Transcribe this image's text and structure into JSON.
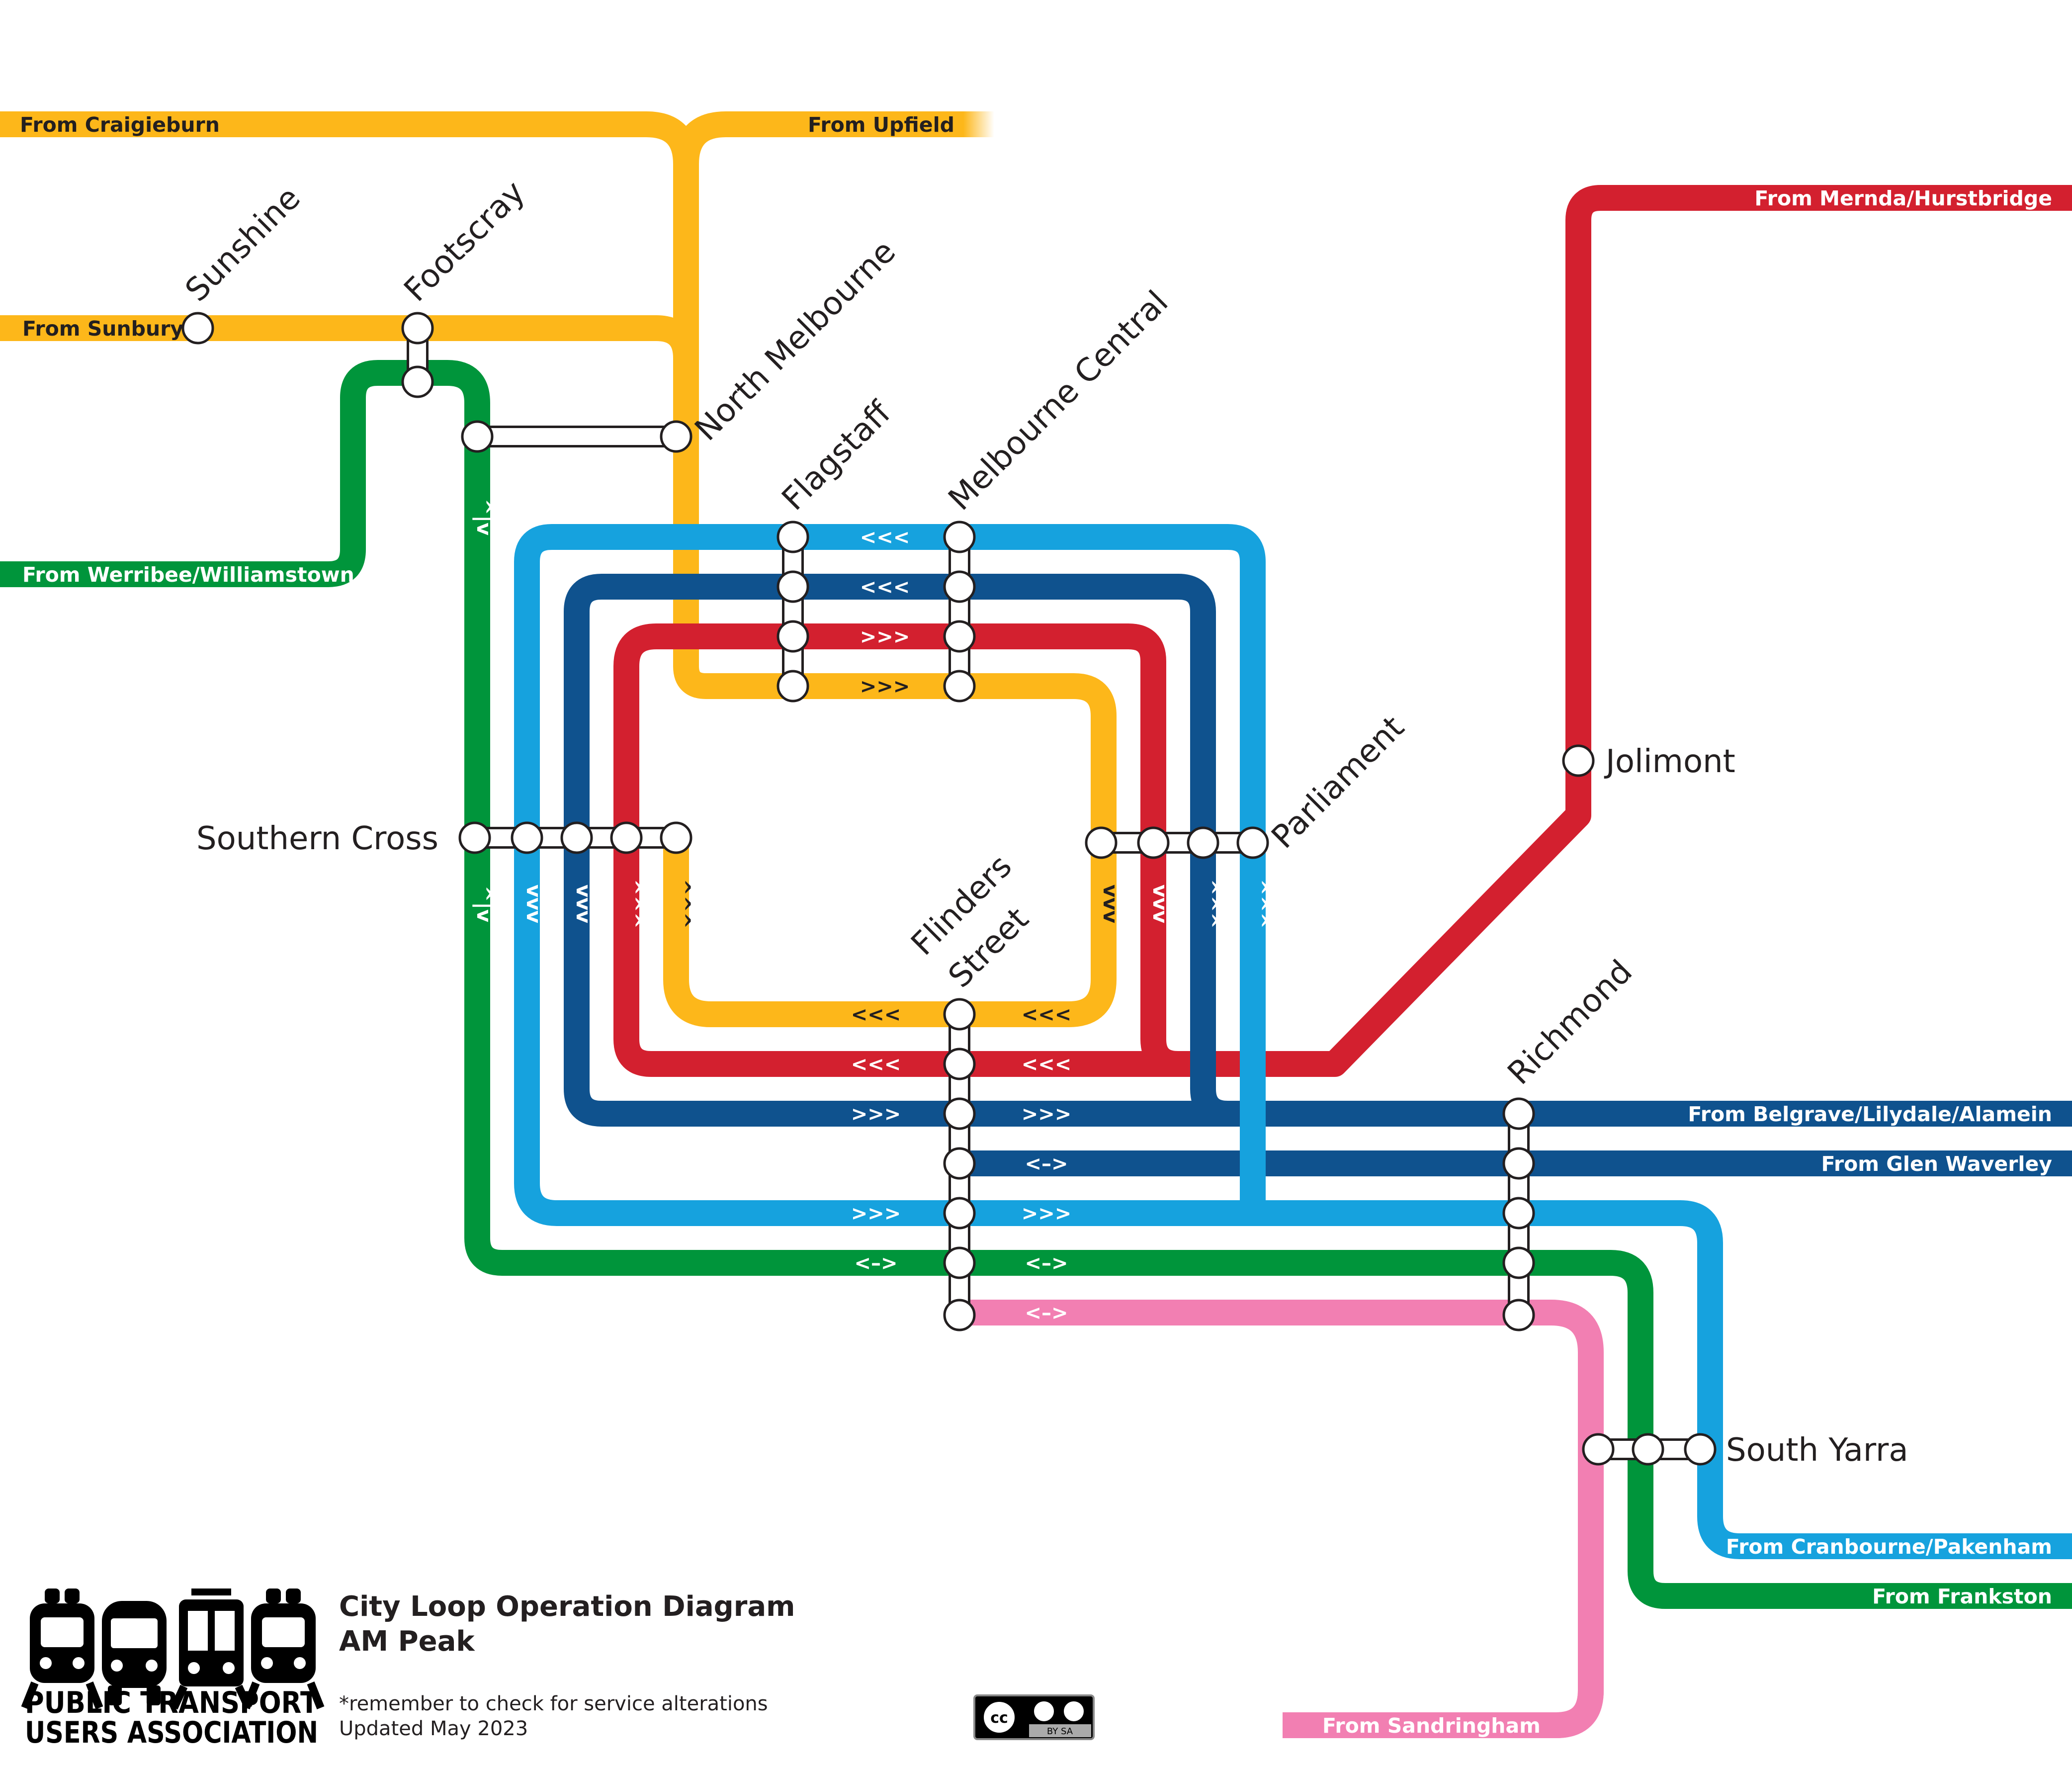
{
  "colors": {
    "northern": "#FDB71A",
    "clifton_hill": "#D3202F",
    "burnley": "#0F528E",
    "caulfield": "#16A2DE",
    "cross_city": "#00953B",
    "sandringham": "#F27FB2",
    "text": "#231f20"
  },
  "termini": {
    "craigieburn": "From Craigieburn",
    "upfield": "From Upfield",
    "sunbury": "From Sunbury",
    "werribee": "From Werribee/Williamstown",
    "mernda": "From Mernda/Hurstbridge",
    "belgrave": "From Belgrave/Lilydale/Alamein",
    "glen_waverley": "From Glen Waverley",
    "cranbourne": "From Cranbourne/Pakenham",
    "frankston": "From Frankston",
    "sandringham": "From Sandringham"
  },
  "stations": {
    "sunshine": "Sunshine",
    "footscray": "Footscray",
    "north_melbourne": "North Melbourne",
    "flagstaff": "Flagstaff",
    "melbourne_central": "Melbourne Central",
    "southern_cross": "Southern Cross",
    "parliament": "Parliament",
    "flinders_street_1": "Flinders",
    "flinders_street_2": "Street",
    "jolimont": "Jolimont",
    "richmond": "Richmond",
    "south_yarra": "South Yarra"
  },
  "arrows": {
    "left": "<<<",
    "right": ">>>",
    "both": "<–>",
    "up": "^^^",
    "down": "vvv",
    "updown": "^|v"
  },
  "legend": {
    "title_line1": "City Loop Operation Diagram",
    "title_line2": "AM Peak",
    "org_line1": "PUBLIC TRANSPORT",
    "org_line2": "USERS ASSOCIATION",
    "note": "*remember to check for service alterations",
    "updated": "Updated May 2023",
    "license": "BY SA",
    "cc": "cc"
  },
  "icons": [
    "train-icon",
    "bus-icon",
    "tram-icon",
    "train-icon",
    "creative-commons-icon"
  ]
}
